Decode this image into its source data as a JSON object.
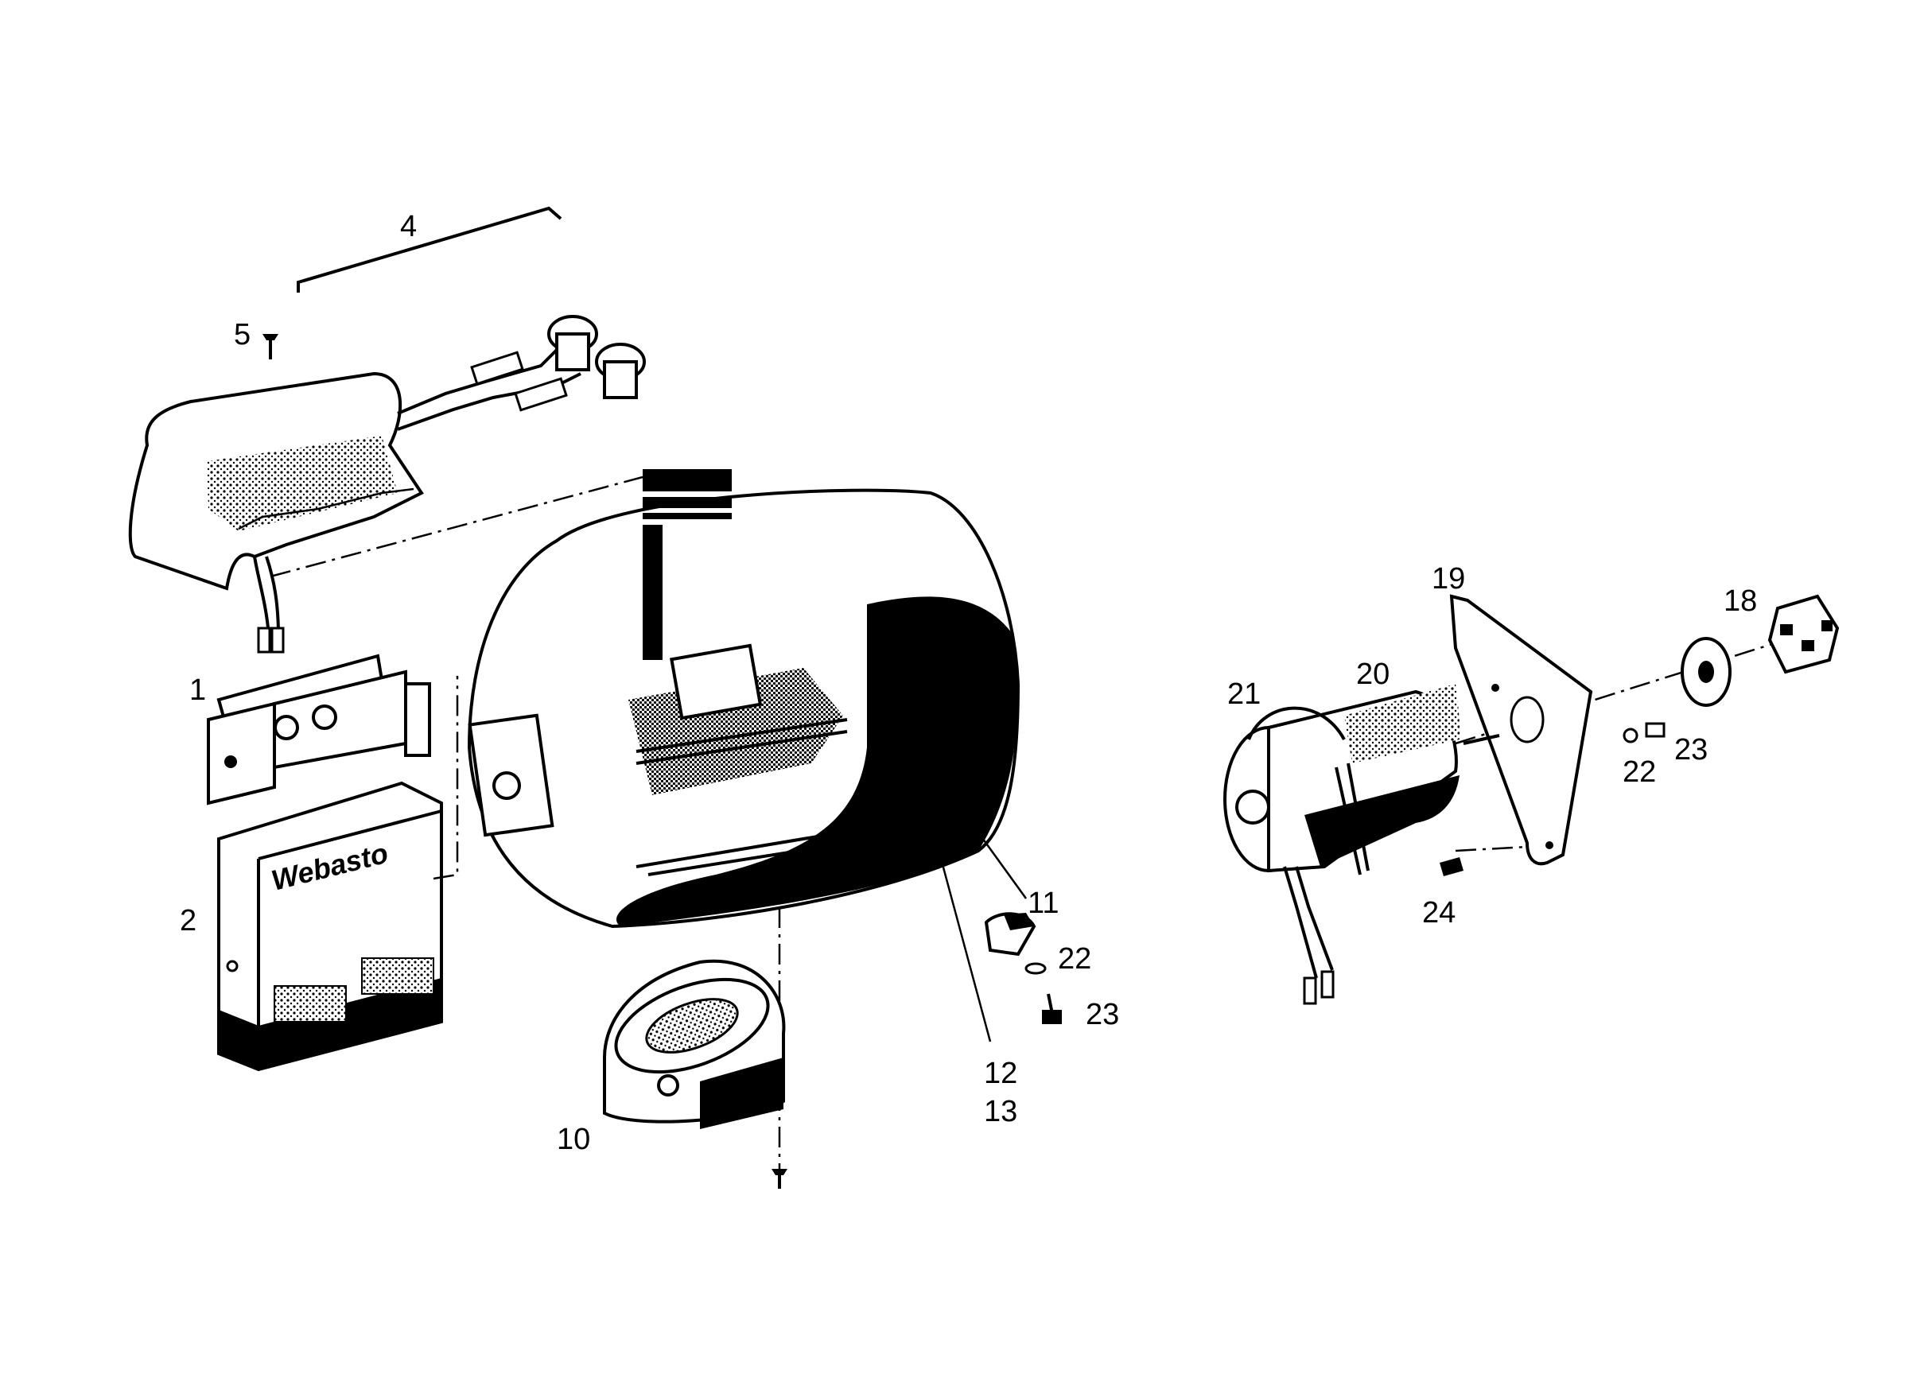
{
  "diagram": {
    "callouts": [
      {
        "id": "c4",
        "text": "4"
      },
      {
        "id": "c5",
        "text": "5"
      },
      {
        "id": "c1",
        "text": "1"
      },
      {
        "id": "c2",
        "text": "2"
      },
      {
        "id": "c10",
        "text": "10"
      },
      {
        "id": "c11",
        "text": "11"
      },
      {
        "id": "c22a",
        "text": "22"
      },
      {
        "id": "c23a",
        "text": "23"
      },
      {
        "id": "c12",
        "text": "12"
      },
      {
        "id": "c13",
        "text": "13"
      },
      {
        "id": "c19",
        "text": "19"
      },
      {
        "id": "c18",
        "text": "18"
      },
      {
        "id": "c20",
        "text": "20"
      },
      {
        "id": "c21",
        "text": "21"
      },
      {
        "id": "c22b",
        "text": "22"
      },
      {
        "id": "c23b",
        "text": "23"
      },
      {
        "id": "c24",
        "text": "24"
      }
    ],
    "control_unit_brand": "Webasto"
  }
}
